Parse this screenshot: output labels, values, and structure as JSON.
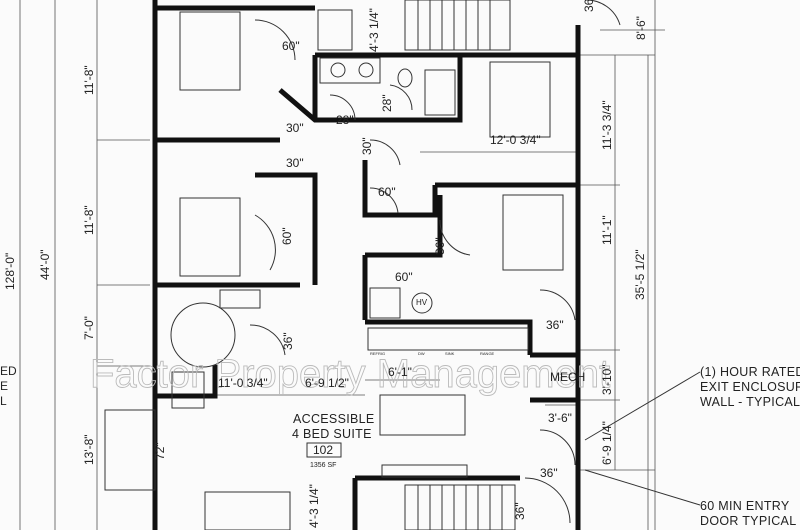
{
  "watermark": "Factor Property Management",
  "unit": {
    "title_line1": "ACCESSIBLE",
    "title_line2": "4 BED SUITE",
    "number": "102",
    "area": "1356 SF"
  },
  "notes": {
    "exit_wall": [
      "(1) HOUR RATED",
      "EXIT ENCLOSURE",
      "WALL - TYPICAL"
    ],
    "entry_door": [
      "60 MIN ENTRY",
      "DOOR TYPICAL"
    ],
    "left_partial": [
      "ED",
      "E",
      "L"
    ]
  },
  "dimensions": {
    "overall": "128'-0\"",
    "width": "44'-0\"",
    "left": [
      "11'-8\"",
      "11'-8\"",
      "7'-0\"",
      "13'-8\""
    ],
    "right": [
      "8'-6\"",
      "11'-3 3/4\"",
      "11'-1\"",
      "35'-5 1/2\"",
      "3'-10\"",
      "6'-9 1/4\""
    ],
    "interior": [
      "4'-3 1/4\"",
      "12'-0 3/4\"",
      "11'-0 3/4\"",
      "6'-9 1/2\"",
      "6'-1\"",
      "3'-6\"",
      "4'-3 1/4\""
    ],
    "doors": [
      "60\"",
      "28\"",
      "28\"",
      "30\"",
      "30\"",
      "30\"",
      "60\"",
      "60\"",
      "36\"",
      "60\"",
      "36\"",
      "36\"",
      "36\"",
      "36\"",
      "36\"",
      "72\""
    ]
  },
  "rooms": {
    "mech": "MECH",
    "hv": "HV"
  },
  "appliances": [
    "REFRIG",
    "DW",
    "SINK",
    "RANGE"
  ]
}
